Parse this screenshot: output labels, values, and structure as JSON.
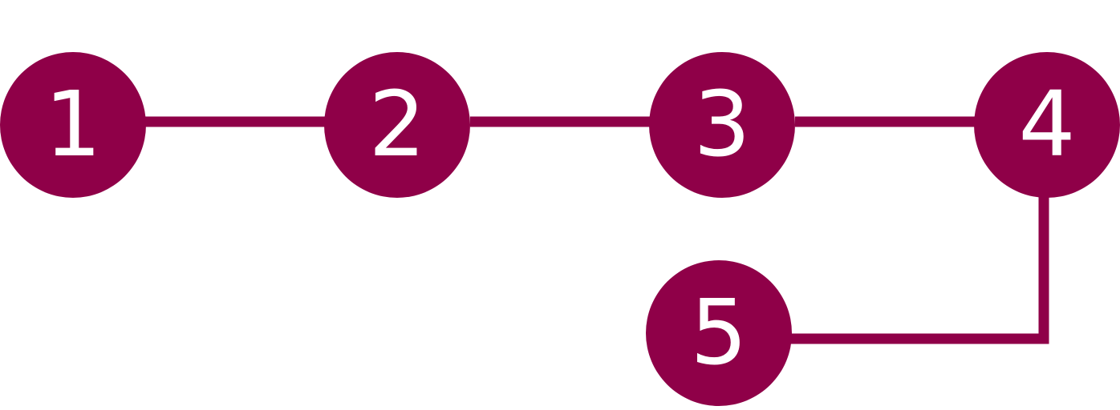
{
  "colors": {
    "node_fill": "#8f0048",
    "connector": "#8f0048",
    "label": "#ffffff"
  },
  "nodes": [
    {
      "id": "1",
      "label": "1"
    },
    {
      "id": "2",
      "label": "2"
    },
    {
      "id": "3",
      "label": "3"
    },
    {
      "id": "4",
      "label": "4"
    },
    {
      "id": "5",
      "label": "5"
    }
  ],
  "edges": [
    {
      "from": "1",
      "to": "2"
    },
    {
      "from": "2",
      "to": "3"
    },
    {
      "from": "3",
      "to": "4"
    },
    {
      "from": "4",
      "to": "5"
    }
  ]
}
